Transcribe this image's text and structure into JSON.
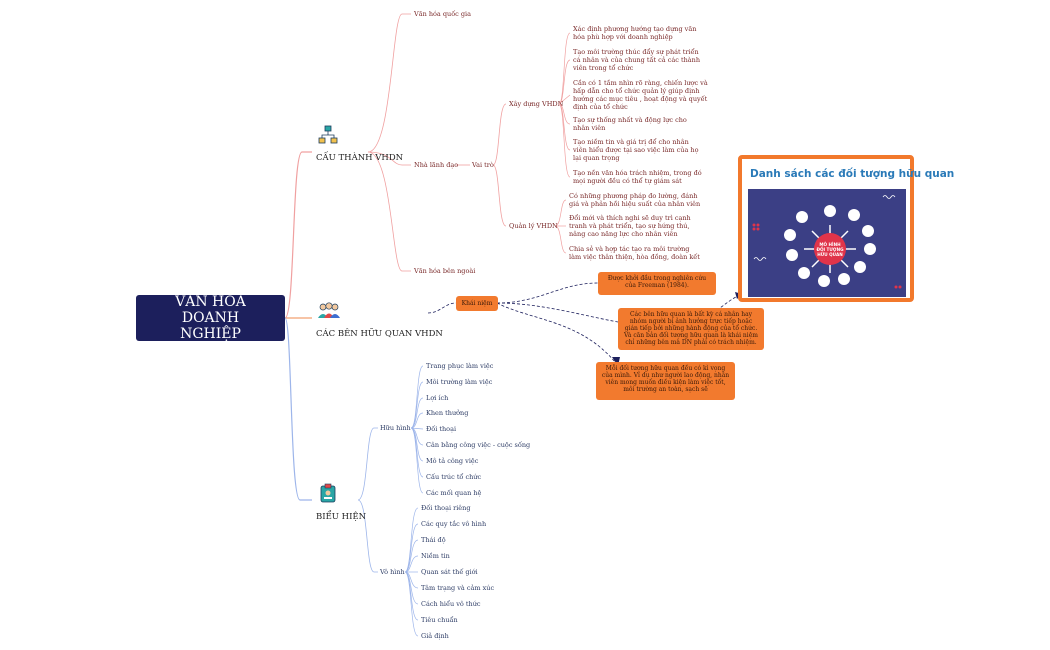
{
  "root": {
    "title": "VĂN HÓA DOANH NGHIỆP"
  },
  "branches": {
    "cau_thanh": {
      "label": "CẤU THÀNH VHDN",
      "children": {
        "van_hoa_quoc_gia": "Văn hóa quốc gia",
        "nha_lanh_dao": "Nhà lãnh đạo",
        "vai_tro": "Vai trò",
        "xay_dung": "Xây dựng VHDN",
        "xay_dung_items": [
          "Xác định phương hướng tạo dựng văn hóa phù hợp với doanh nghiệp",
          "Tạo môi trường thúc đẩy sự phát triển cá nhân và của chung tất cả các thành viên trong tổ chức",
          "Cần có 1 tầm nhìn rõ ràng, chiến lược và hấp dẫn cho tổ chức quản lý giúp định hướng các mục tiêu , hoạt động và quyết định của tổ chức",
          "Tạo sự thống nhất và động lực cho nhân viên",
          "Tạo niềm tin và giá trị để cho nhân viên hiểu được tại sao việc làm của họ lại quan trọng",
          "Tạo nền văn hóa trách nhiệm, trong đó mọi người đều có thể tự giám sát"
        ],
        "quan_ly": "Quản lý VHDN",
        "quan_ly_items": [
          "Có những phương pháp đo lường, đánh giá và phản hồi hiệu suất của nhân viên",
          "Đổi mới và thích nghi sẽ duy trì cạnh tranh và phát triển, tạo sự hứng thú, nâng cao năng lực cho nhân viên",
          "Chia sẻ và hợp tác tạo ra môi trường làm việc thân thiện, hòa đồng, đoàn kết"
        ],
        "van_hoa_ben_ngoai": "Văn hóa bên ngoài"
      }
    },
    "ben_huu_quan": {
      "label": "CÁC BÊN HỮU QUAN VHDN",
      "khai_niem": "Khái niệm",
      "notes": [
        "Được khởi đầu trong nghiên cứu của Freeman (1984).",
        "Các bên hữu quan là bất kỳ cá nhân hay nhóm người bị ảnh hưởng trực tiếp hoặc gián tiếp bởi những hành động của tổ chức. Và căn bản đối tượng hữu quan là khái niệm chỉ những bên mà DN phải có trách nhiệm.",
        "Mỗi đối tượng hữu quan đều có kì vọng của mình. Ví dụ như người lao động, nhân viên mong muốn điều kiện làm việc tốt, môi trường an toàn, sạch sẽ"
      ],
      "image": {
        "title": "Danh sách các đối tượng hữu quan",
        "center_text": "MÔ HÌNH ĐỐI TƯỢNG HỮU QUAN"
      }
    },
    "bieu_hien": {
      "label": "BIỂU HIỆN",
      "huu_hinh": "Hữu hình",
      "huu_hinh_items": [
        "Trang phục làm việc",
        "Môi trường làm việc",
        "Lợi ích",
        "Khen thưởng",
        "Đối thoại",
        "Cân bằng công việc - cuộc sống",
        "Mô tả công việc",
        "Cấu trúc tổ chức",
        "Các mối quan hệ"
      ],
      "vo_hinh": "Vô hình",
      "vo_hinh_items": [
        "Đối thoại riêng",
        "Các quy tắc vô hình",
        "Thái độ",
        "Niềm tin",
        "Quan sát thế giới",
        "Tâm trạng và cảm xúc",
        "Cách hiểu vô thức",
        "Tiêu chuẩn",
        "Giả định"
      ]
    }
  },
  "colors": {
    "root_bg": "#1c1f5c",
    "branch_red": "#f0a0a0",
    "branch_blue": "#9db5ea",
    "orange": "#f27a2e",
    "dashed_connector": "#1c1f5c"
  }
}
